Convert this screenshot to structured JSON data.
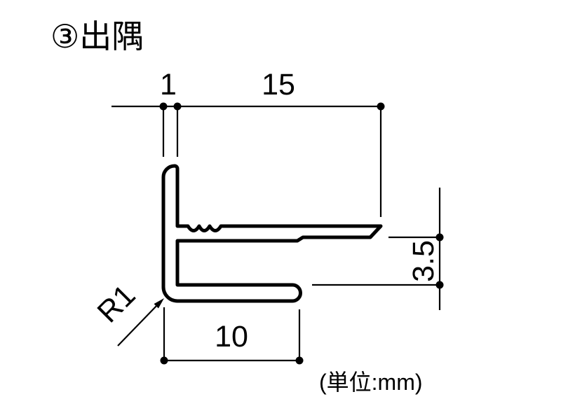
{
  "title": "③出隅",
  "unit_note": "(単位:mm)",
  "dimensions": {
    "flange_thickness": "1",
    "top_flange_length": "15",
    "channel_height": "3.5",
    "bottom_flange_length": "10",
    "corner_radius": "R1"
  },
  "colors": {
    "line": "#000000",
    "background": "#ffffff"
  }
}
